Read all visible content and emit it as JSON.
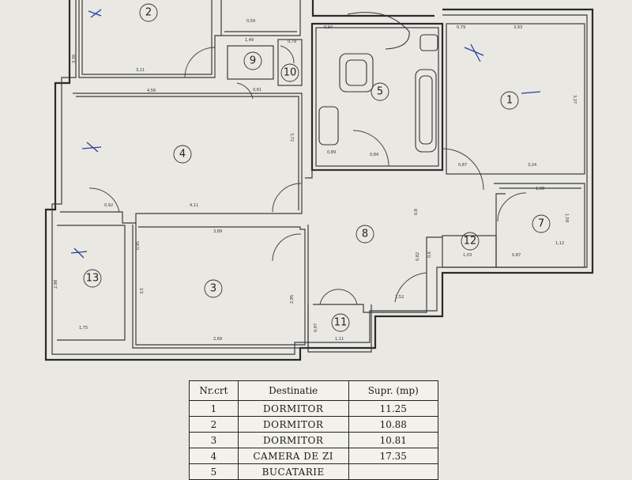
{
  "rooms": [
    {
      "id": "1"
    },
    {
      "id": "2"
    },
    {
      "id": "3"
    },
    {
      "id": "4"
    },
    {
      "id": "5"
    },
    {
      "id": "7"
    },
    {
      "id": "8"
    },
    {
      "id": "9"
    },
    {
      "id": "10"
    },
    {
      "id": "11"
    },
    {
      "id": "12"
    },
    {
      "id": "13"
    }
  ],
  "dimensions": {
    "d_1_w": "3,93",
    "d_1_h": "3,37",
    "d_1_b": "3,24",
    "d_1_b2": "0,87",
    "d_1_t": "0,79",
    "d_2_w": "3,11",
    "d_2_h": "3,30",
    "d_3_w": "3,89",
    "d_3_b": "2,69",
    "d_3_h": "3,5",
    "d_3_r": "2,95",
    "d_4_w": "4,56",
    "d_4_b": "4,11",
    "d_4_r": "3,72",
    "d_4_d": "0,92",
    "d_5_b": "0,84",
    "d_5_w": "0,94",
    "d_5_b2": "0,89",
    "d_7_w": "1,98",
    "d_7_b": "1,12",
    "d_7_r": "1,58",
    "d_7_d": "0,87",
    "d_8_h": "0,8",
    "d_8_b": "1,52",
    "d_9_w": "1,49",
    "d_9_t": "0,59",
    "d_9_r": "0,61",
    "d_10_t": "0,79",
    "d_11_w": "1,11",
    "d_11_h": "0,97",
    "d_12_w": "1,03",
    "d_13_w": "1,75",
    "d_13_h": "2,98",
    "d_misc_1": "0,95",
    "d_misc_2": "0,6",
    "d_misc_3": "0,82"
  },
  "table": {
    "headers": [
      "Nr.crt",
      "Destinatie",
      "Supr. (mp)"
    ],
    "rows": [
      {
        "nr": "1",
        "destinatie": "DORMITOR",
        "supr": "11.25"
      },
      {
        "nr": "2",
        "destinatie": "DORMITOR",
        "supr": "10.88"
      },
      {
        "nr": "3",
        "destinatie": "DORMITOR",
        "supr": "10.81"
      },
      {
        "nr": "4",
        "destinatie": "CAMERA DE ZI",
        "supr": "17.35"
      },
      {
        "nr": "5",
        "destinatie": "BUCATARIE",
        "supr": ""
      }
    ]
  }
}
